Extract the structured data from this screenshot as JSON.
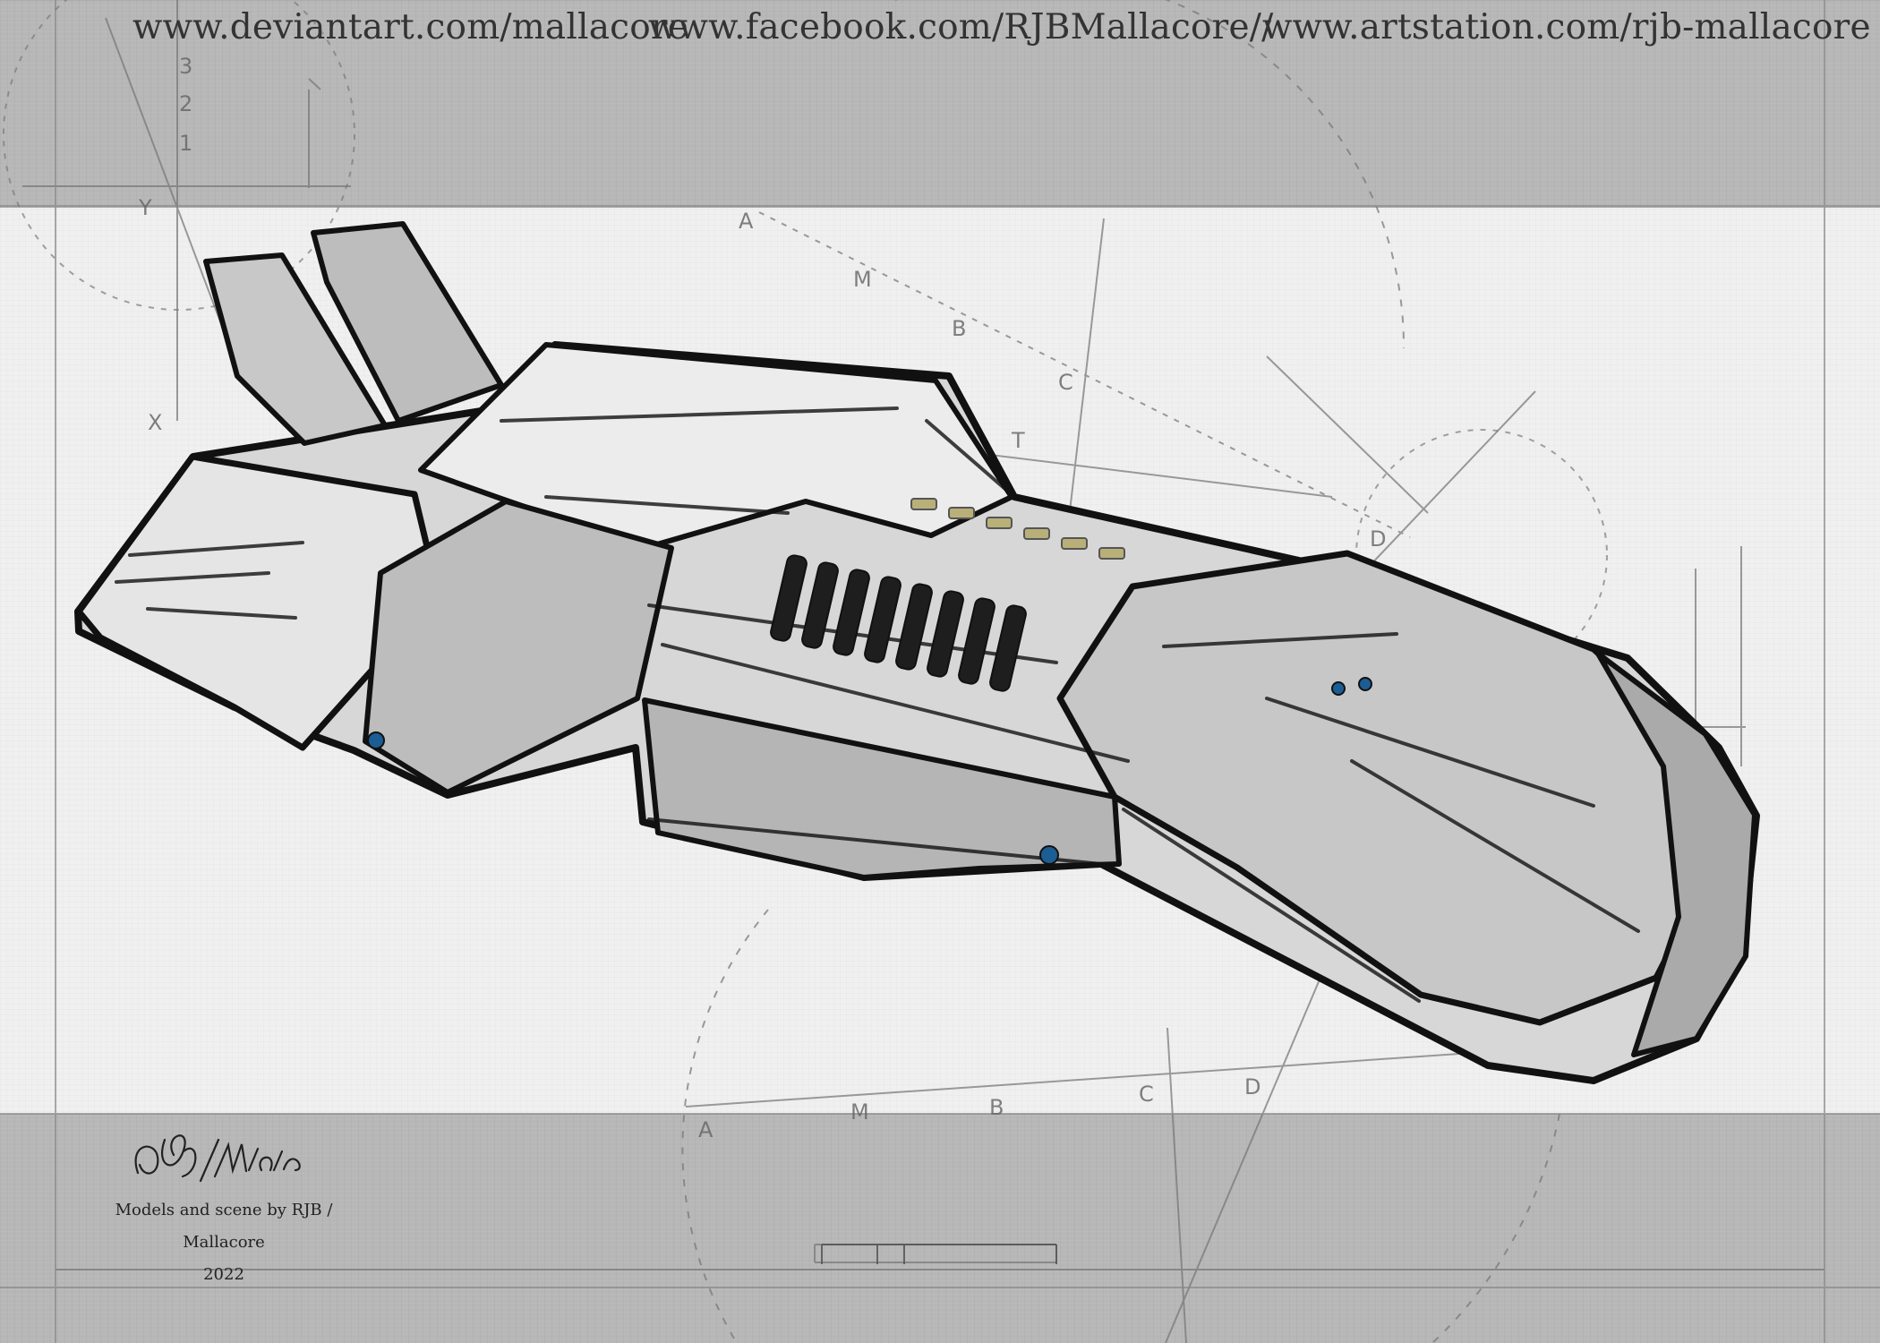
{
  "links": [
    {
      "label": "www.deviantart.com/mallacore"
    },
    {
      "label": "www.facebook.com/RJBMallacore//"
    },
    {
      "label": "www.artstation.com/rjb-mallacore"
    }
  ],
  "credit": {
    "text": "Models and scene by RJB / Mallacore",
    "year": "2022"
  },
  "signature": "RJB/MALLACORE",
  "diagram_labels": [
    "A",
    "M",
    "B",
    "C",
    "D",
    "T",
    "X",
    "Y",
    "1",
    "2",
    "3"
  ],
  "colors": {
    "top_band": "#b7b7b7",
    "bottom_band": "#b7b7b7",
    "paper": "#f0f0f0",
    "ink": "#333333"
  }
}
